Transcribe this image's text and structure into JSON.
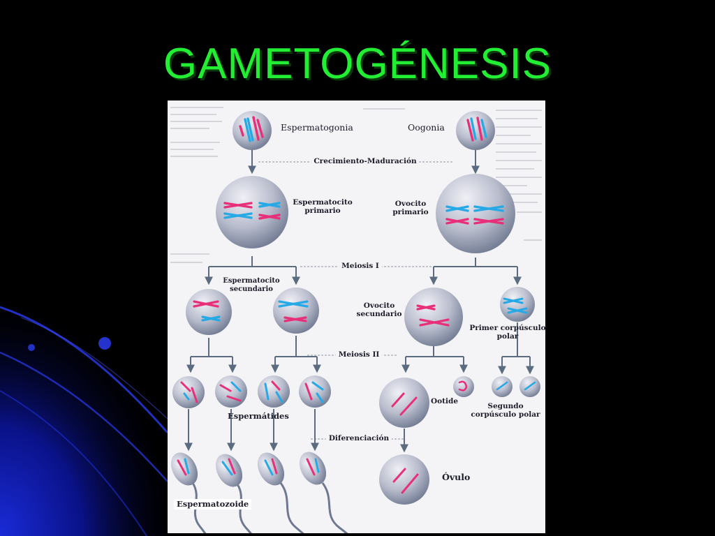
{
  "slide": {
    "title": "GAMETOGÉNESIS"
  },
  "diagram": {
    "cells": {
      "spermatogonia": "Espermatogonia",
      "oogonia": "Oogonia",
      "primary_spermatocyte": [
        "Espermatocito",
        "primario"
      ],
      "primary_oocyte": [
        "Ovocito",
        "primario"
      ],
      "secondary_spermatocyte": [
        "Espermatocito",
        "secundario"
      ],
      "secondary_oocyte": [
        "Ovocito",
        "secundario"
      ],
      "first_polar_body": [
        "Primer corpúsculo",
        "polar"
      ],
      "ootid": "Ootide",
      "second_polar_body": [
        "Segundo",
        "corpúsculo  polar"
      ],
      "spermatids": "Espermátides",
      "spermatozoon": "Espermatozoide",
      "ovum": "Óvulo"
    },
    "stages": {
      "growth": "Crecimiento-Maduración",
      "meiosis_1": "Meiosis I",
      "meiosis_2": "Meiosis II",
      "differentiation": "Diferenciación"
    }
  },
  "colors": {
    "background": "#000000",
    "title": "#22ee33",
    "cell_light": "#ececf4",
    "cell_dark": "#6e7890",
    "chromosome_pink": "#e8307a",
    "chromosome_blue": "#27a9e6",
    "arrow": "#5b6b80",
    "deco_blue": "#2233dd"
  }
}
